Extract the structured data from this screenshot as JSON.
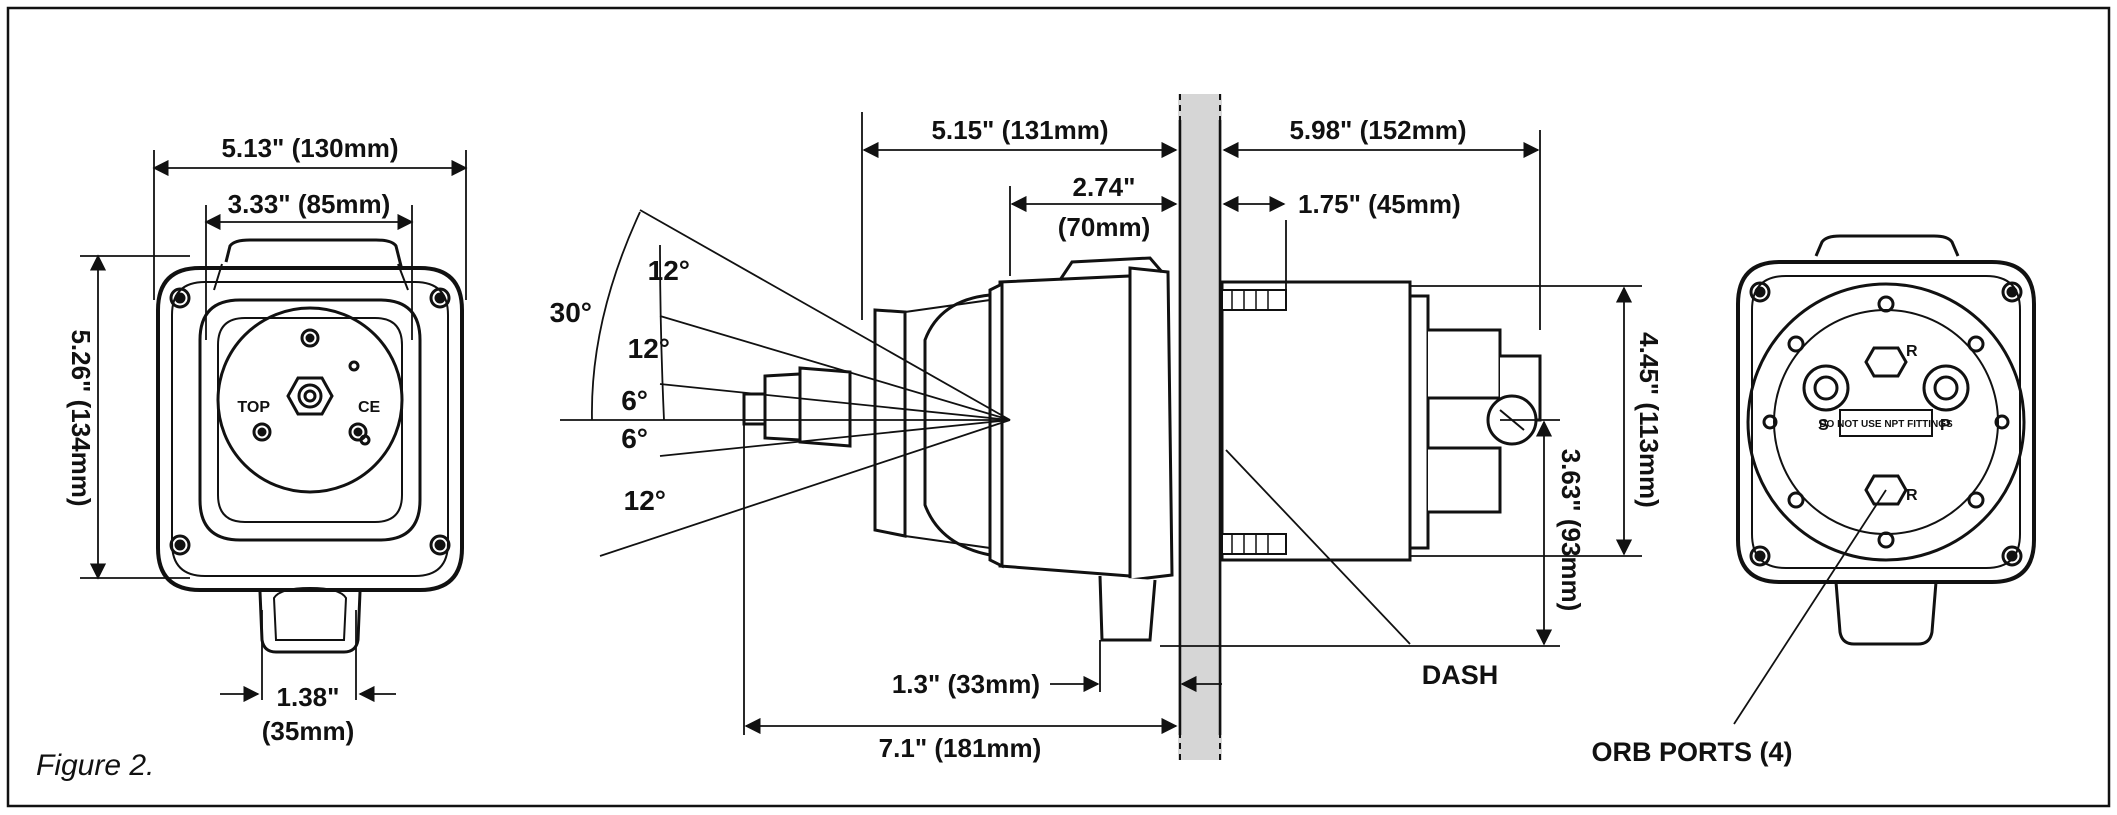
{
  "front_view": {
    "width_overall": "5.13\" (130mm)",
    "width_inner": "3.33\" (85mm)",
    "height_overall": "5.26\" (134mm)",
    "boss_width_a": "1.38\"",
    "boss_width_b": "(35mm)",
    "top_marking": "TOP",
    "ce_marking": "CE"
  },
  "side_view": {
    "front_to_dash": "5.15\" (131mm)",
    "dash_to_rear": "5.98\" (152mm)",
    "flange_depth_a": "2.74\"",
    "flange_depth_b": "(70mm)",
    "stud_offset": "1.75\" (45mm)",
    "height_rear": "4.45\" (113mm)",
    "port_height": "3.63\" (93mm)",
    "below_dash": "1.3\" (33mm)",
    "total_length": "7.1\" (181mm)",
    "dash_label": "DASH",
    "angles": [
      "30°",
      "12°",
      "12°",
      "6°",
      "6°",
      "12°"
    ]
  },
  "rear_view": {
    "ports_label": "ORB PORTS (4)",
    "port_s": "S",
    "port_p": "P",
    "port_r_top": "R",
    "port_r_bottom": "R",
    "warning": "DO NOT USE NPT FITTINGS"
  },
  "caption": "Figure 2."
}
